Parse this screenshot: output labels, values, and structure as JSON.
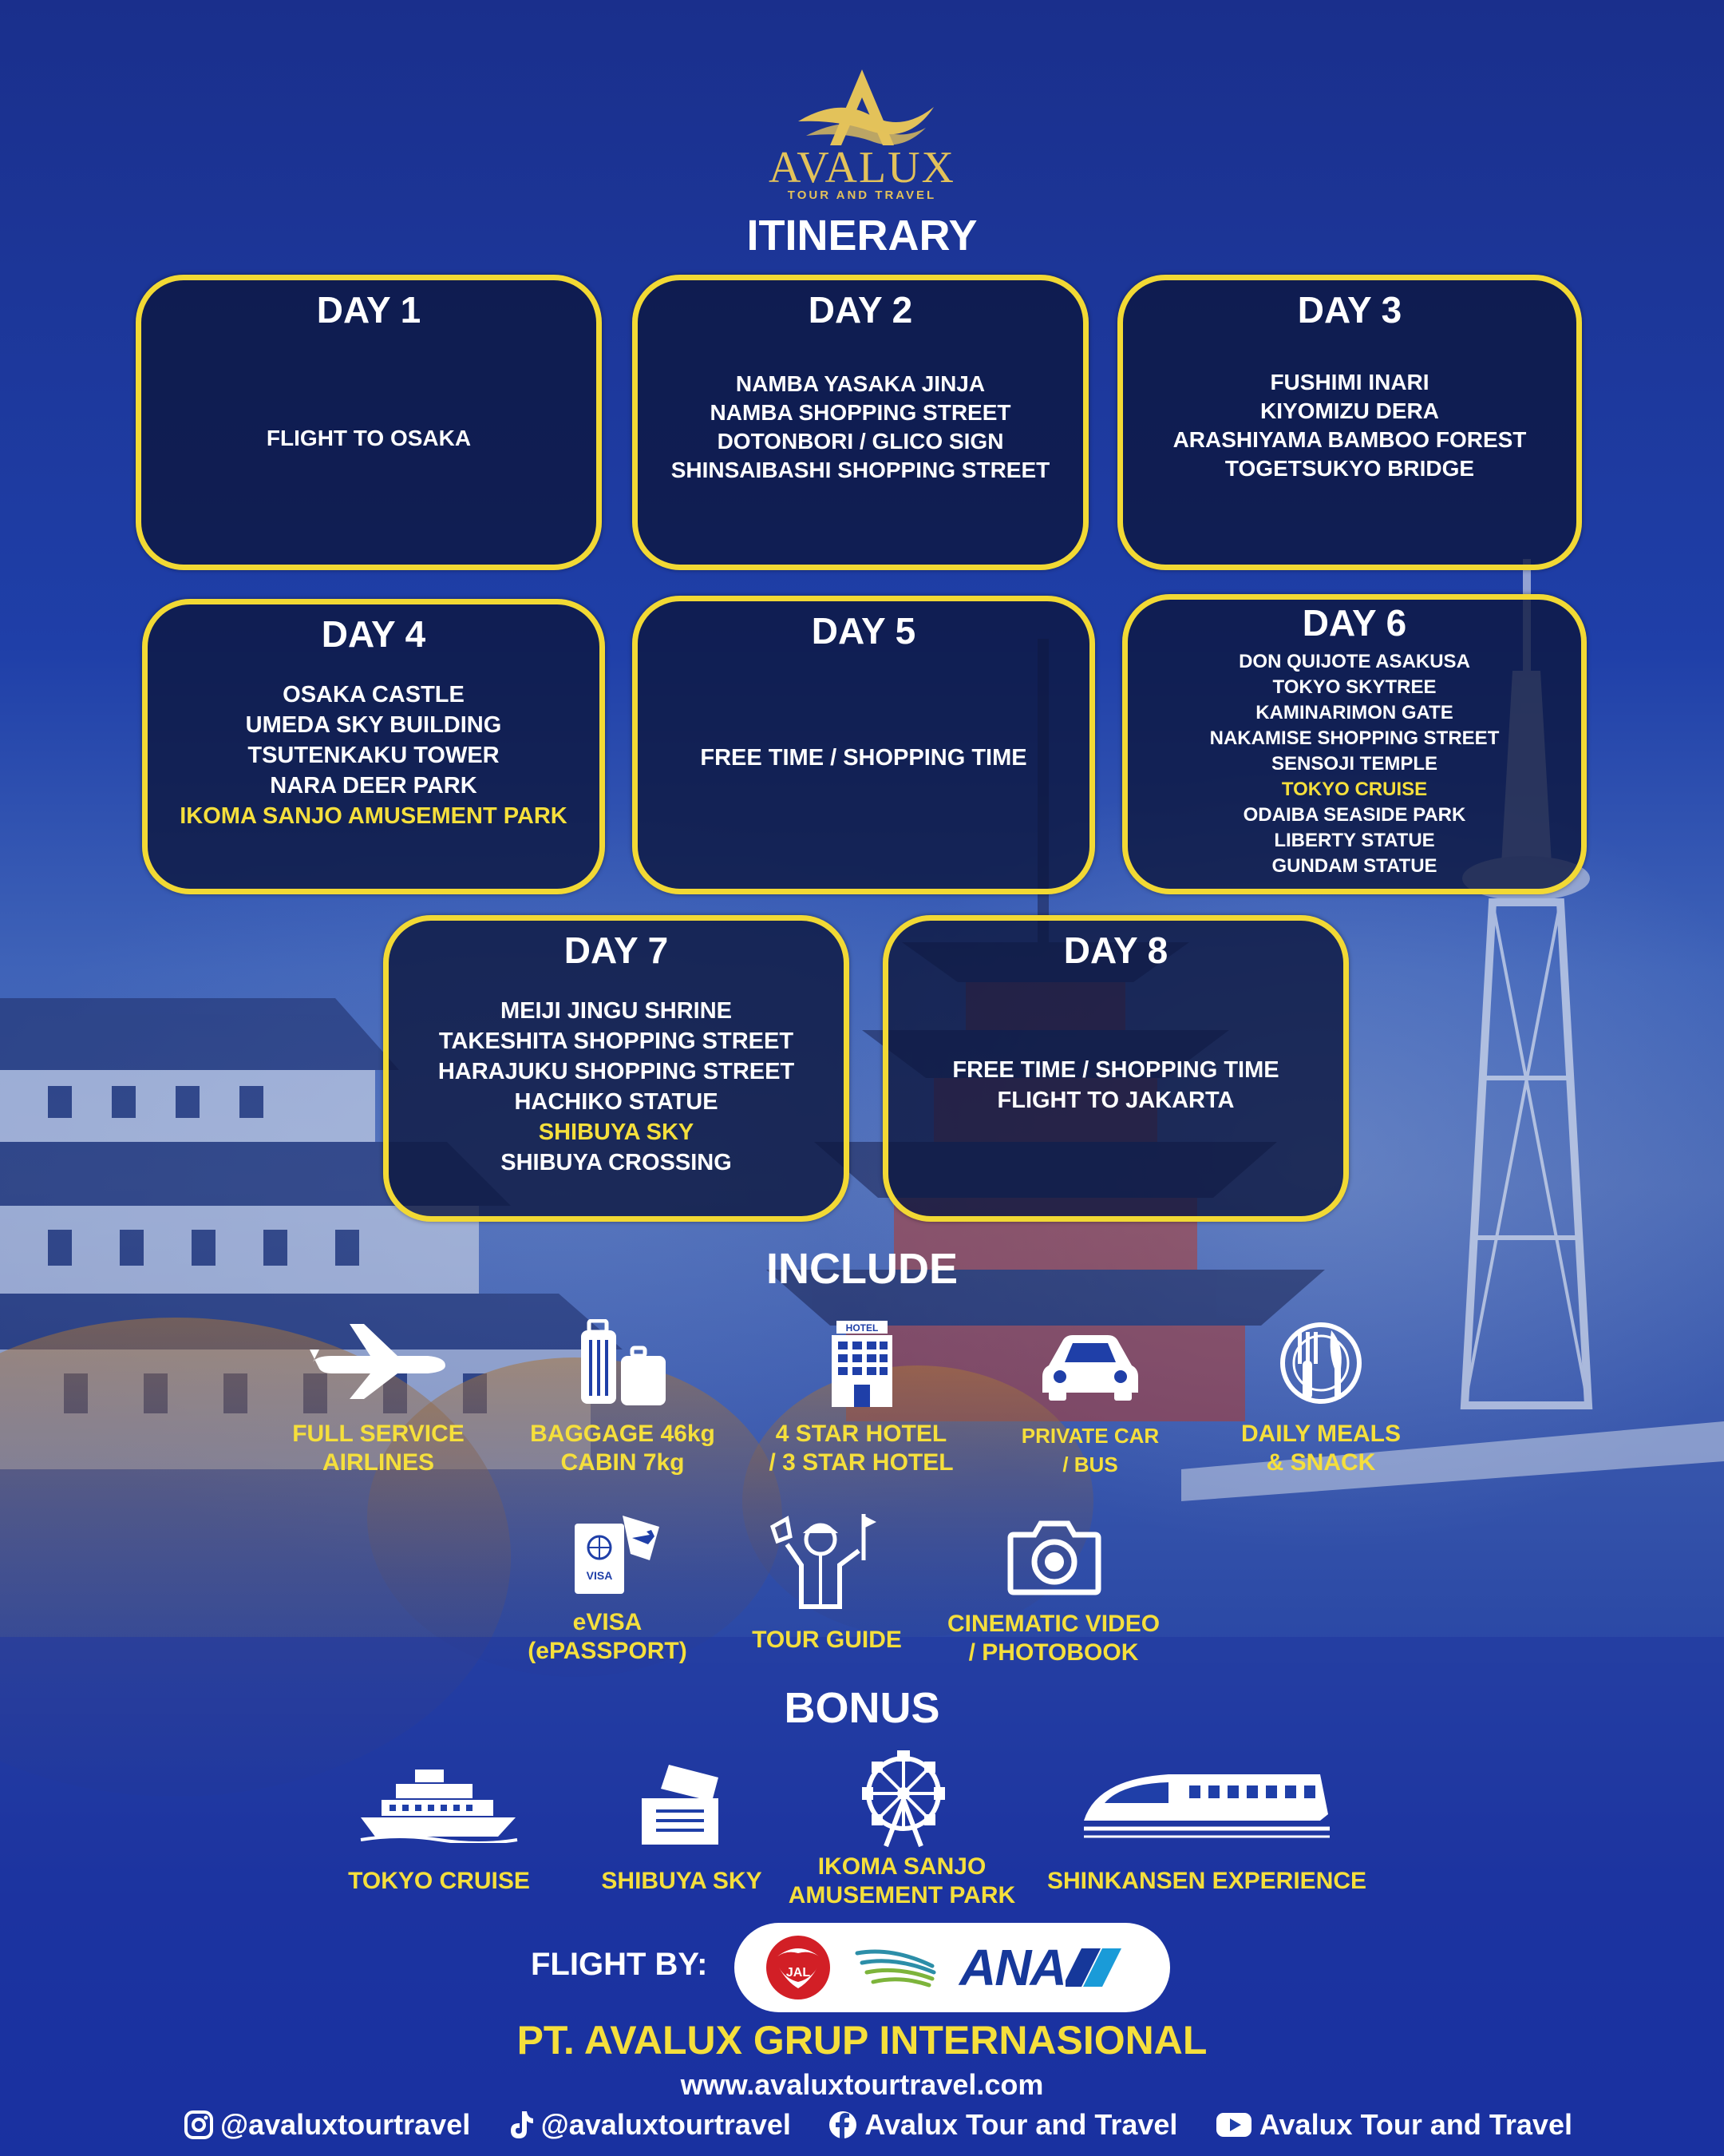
{
  "brand": {
    "name": "AVALUX",
    "tagline": "TOUR AND TRAVEL"
  },
  "itinerary": {
    "title": "ITINERARY",
    "days": [
      {
        "label": "DAY 1",
        "items": [
          {
            "text": "FLIGHT TO OSAKA"
          }
        ]
      },
      {
        "label": "DAY 2",
        "items": [
          {
            "text": "NAMBA YASAKA JINJA"
          },
          {
            "text": "NAMBA SHOPPING STREET"
          },
          {
            "text": "DOTONBORI / GLICO SIGN"
          },
          {
            "text": "SHINSAIBASHI SHOPPING STREET"
          }
        ]
      },
      {
        "label": "DAY 3",
        "items": [
          {
            "text": "FUSHIMI INARI"
          },
          {
            "text": "KIYOMIZU DERA"
          },
          {
            "text": "ARASHIYAMA BAMBOO FOREST"
          },
          {
            "text": "TOGETSUKYO BRIDGE"
          }
        ]
      },
      {
        "label": "DAY 4",
        "items": [
          {
            "text": "OSAKA CASTLE"
          },
          {
            "text": "UMEDA SKY BUILDING"
          },
          {
            "text": "TSUTENKAKU TOWER"
          },
          {
            "text": "NARA DEER PARK"
          },
          {
            "text": "IKOMA SANJO AMUSEMENT PARK"
          }
        ]
      },
      {
        "label": "DAY 5",
        "items": [
          {
            "text": "FREE TIME / SHOPPING TIME"
          }
        ]
      },
      {
        "label": "DAY 6",
        "items": [
          {
            "text": "DON QUIJOTE ASAKUSA"
          },
          {
            "text": "TOKYO SKYTREE"
          },
          {
            "text": "KAMINARIMON GATE"
          },
          {
            "text": "NAKAMISE SHOPPING STREET"
          },
          {
            "text": "SENSOJI TEMPLE"
          },
          {
            "text": "TOKYO CRUISE"
          },
          {
            "text": "ODAIBA SEASIDE PARK"
          },
          {
            "text": "LIBERTY STATUE"
          },
          {
            "text": "GUNDAM STATUE"
          }
        ]
      },
      {
        "label": "DAY 7",
        "items": [
          {
            "text": "MEIJI JINGU SHRINE"
          },
          {
            "text": "TAKESHITA SHOPPING STREET"
          },
          {
            "text": "HARAJUKU SHOPPING STREET"
          },
          {
            "text": "HACHIKO STATUE"
          },
          {
            "text": "SHIBUYA SKY"
          },
          {
            "text": "SHIBUYA CROSSING"
          }
        ]
      },
      {
        "label": "DAY 8",
        "items": [
          {
            "text": "FREE TIME / SHOPPING TIME"
          },
          {
            "text": "FLIGHT TO JAKARTA"
          }
        ]
      }
    ]
  },
  "include": {
    "title": "INCLUDE",
    "items": [
      {
        "icon": "airplane-icon",
        "line1": "FULL SERVICE",
        "line2": "AIRLINES"
      },
      {
        "icon": "luggage-icon",
        "line1": "BAGGAGE 46kg",
        "line2": "CABIN 7kg"
      },
      {
        "icon": "hotel-icon",
        "icon_text": "HOTEL",
        "line1": "4 STAR HOTEL",
        "line2": "/ 3 STAR HOTEL"
      },
      {
        "icon": "car-icon",
        "line1": "PRIVATE CAR",
        "line2": "/ BUS"
      },
      {
        "icon": "meal-icon",
        "line1": "DAILY MEALS",
        "line2": "& SNACK"
      },
      {
        "icon": "visa-icon",
        "icon_text": "VISA",
        "line1": "eVISA",
        "line2": "(ePASSPORT)"
      },
      {
        "icon": "tour-guide-icon",
        "line1": "TOUR GUIDE",
        "line2": ""
      },
      {
        "icon": "camera-icon",
        "line1": "CINEMATIC VIDEO",
        "line2": "/ PHOTOBOOK"
      }
    ]
  },
  "bonus": {
    "title": "BONUS",
    "items": [
      {
        "icon": "cruise-ship-icon",
        "line1": "TOKYO CRUISE",
        "line2": ""
      },
      {
        "icon": "ticket-icon",
        "line1": "SHIBUYA SKY",
        "line2": ""
      },
      {
        "icon": "ferris-wheel-icon",
        "line1": "IKOMA SANJO",
        "line2": "AMUSEMENT PARK"
      },
      {
        "icon": "bullet-train-icon",
        "line1": "SHINKANSEN EXPERIENCE",
        "line2": ""
      }
    ]
  },
  "flight": {
    "label": "FLIGHT BY:",
    "airlines": [
      {
        "name": "JAL",
        "icon": "jal-crane-logo"
      },
      {
        "name": "",
        "icon": "garuda-bird-logo"
      },
      {
        "name": "ANA",
        "icon": "ana-logo"
      }
    ]
  },
  "footer": {
    "company": "PT. AVALUX GRUP INTERNASIONAL",
    "website": "www.avaluxtourtravel.com",
    "socials": [
      {
        "icon": "instagram-icon",
        "handle": "@avaluxtourtravel"
      },
      {
        "icon": "tiktok-icon",
        "handle": "@avaluxtourtravel"
      },
      {
        "icon": "facebook-icon",
        "handle": "Avalux Tour and Travel"
      },
      {
        "icon": "youtube-icon",
        "handle": "Avalux Tour and Travel"
      }
    ]
  },
  "colors": {
    "accent_yellow": "#f5df3c",
    "card_border": "#f2d934",
    "card_fill": "#0d173e",
    "background_blue": "#1f3fa8",
    "logo_gold": "#e3c25a"
  }
}
